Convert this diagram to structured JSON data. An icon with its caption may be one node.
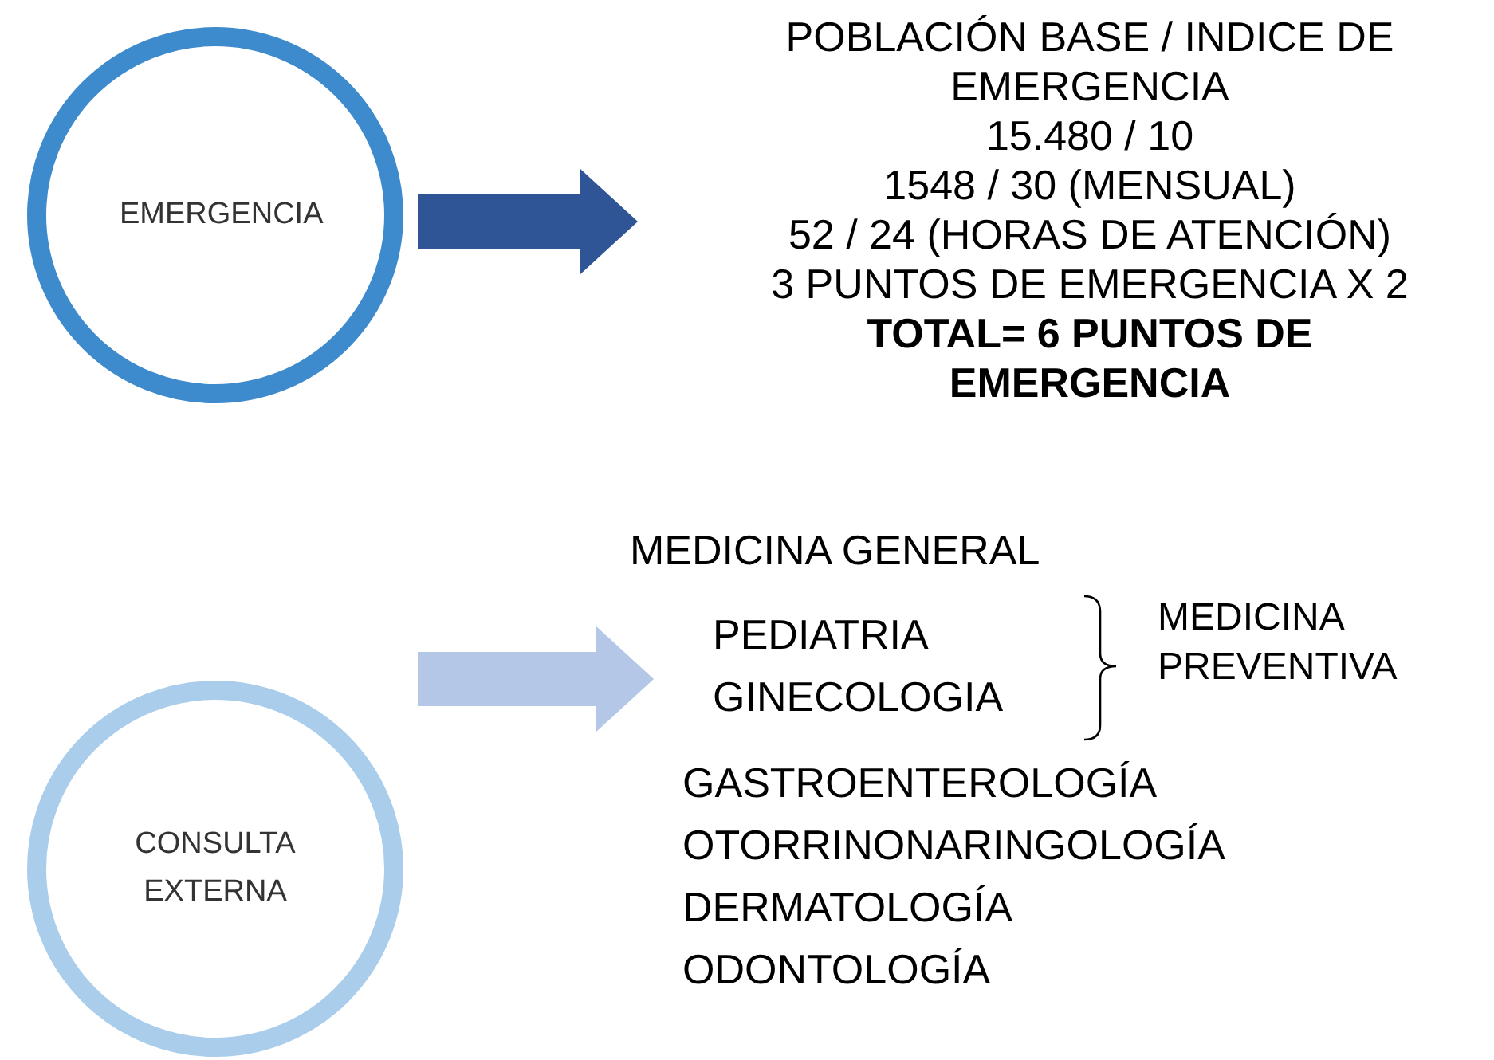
{
  "diagram": {
    "nodes": [
      {
        "text": [
          "EMERGENCIA"
        ]
      },
      {
        "text": [
          "POBLACIÓN BASE / INDICE DE EMERGENCIA",
          "15.480 / 10",
          "1548 / 30 (MENSUAL)",
          "52 / 24 (HORAS DE ATENCIÓN)",
          "3 PUNTOS DE EMERGENCIA X 2",
          "TOTAL= 6 PUNTOS DE EMERGENCIA"
        ]
      },
      {
        "text": [
          "CONSULTA EXTERNA"
        ]
      },
      {
        "text": [
          "MEDICINA GENERAL",
          "PEDIATRIA",
          "GINECOLOGIA",
          "GASTROENTEROLOGÍA",
          "OTORRINONARINGOLOGÍA",
          "DERMATOLOGÍA",
          "ODONTOLOGÍA"
        ]
      }
    ],
    "edges": [
      {
        "from": 0,
        "to": 1,
        "arrow": "to",
        "style": "thick",
        "color": "#2f5597"
      },
      {
        "from": 2,
        "to": 3,
        "arrow": "to",
        "style": "thick",
        "color": "#b4c7e7"
      }
    ],
    "labels": [
      "MEDICINA PREVENTIVA"
    ]
  }
}
